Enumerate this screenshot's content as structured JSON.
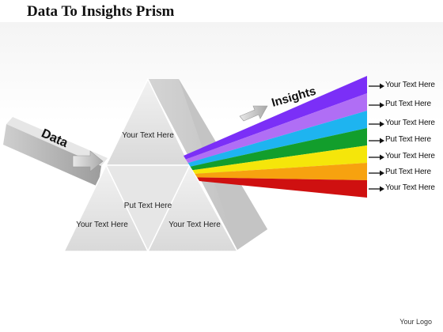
{
  "title": "Data To Insights Prism",
  "labels": {
    "data": "Data",
    "insights": "Insights"
  },
  "cells": {
    "top": "Your Text Here",
    "center": "Put Text Here",
    "bottom_left": "Your Text Here",
    "bottom_right": "Your Text Here"
  },
  "outputs": [
    "Your Text Here",
    "Put Text Here",
    "Your Text Here",
    "Put Text Here",
    "Your Text Here",
    "Put Text Here",
    "Your Text Here"
  ],
  "spectrum_colors": [
    "#7b2ff7",
    "#b06ef5",
    "#1eb4f0",
    "#129e2c",
    "#f5e60a",
    "#f7a20f",
    "#cf1010"
  ],
  "logo": "Your Logo"
}
